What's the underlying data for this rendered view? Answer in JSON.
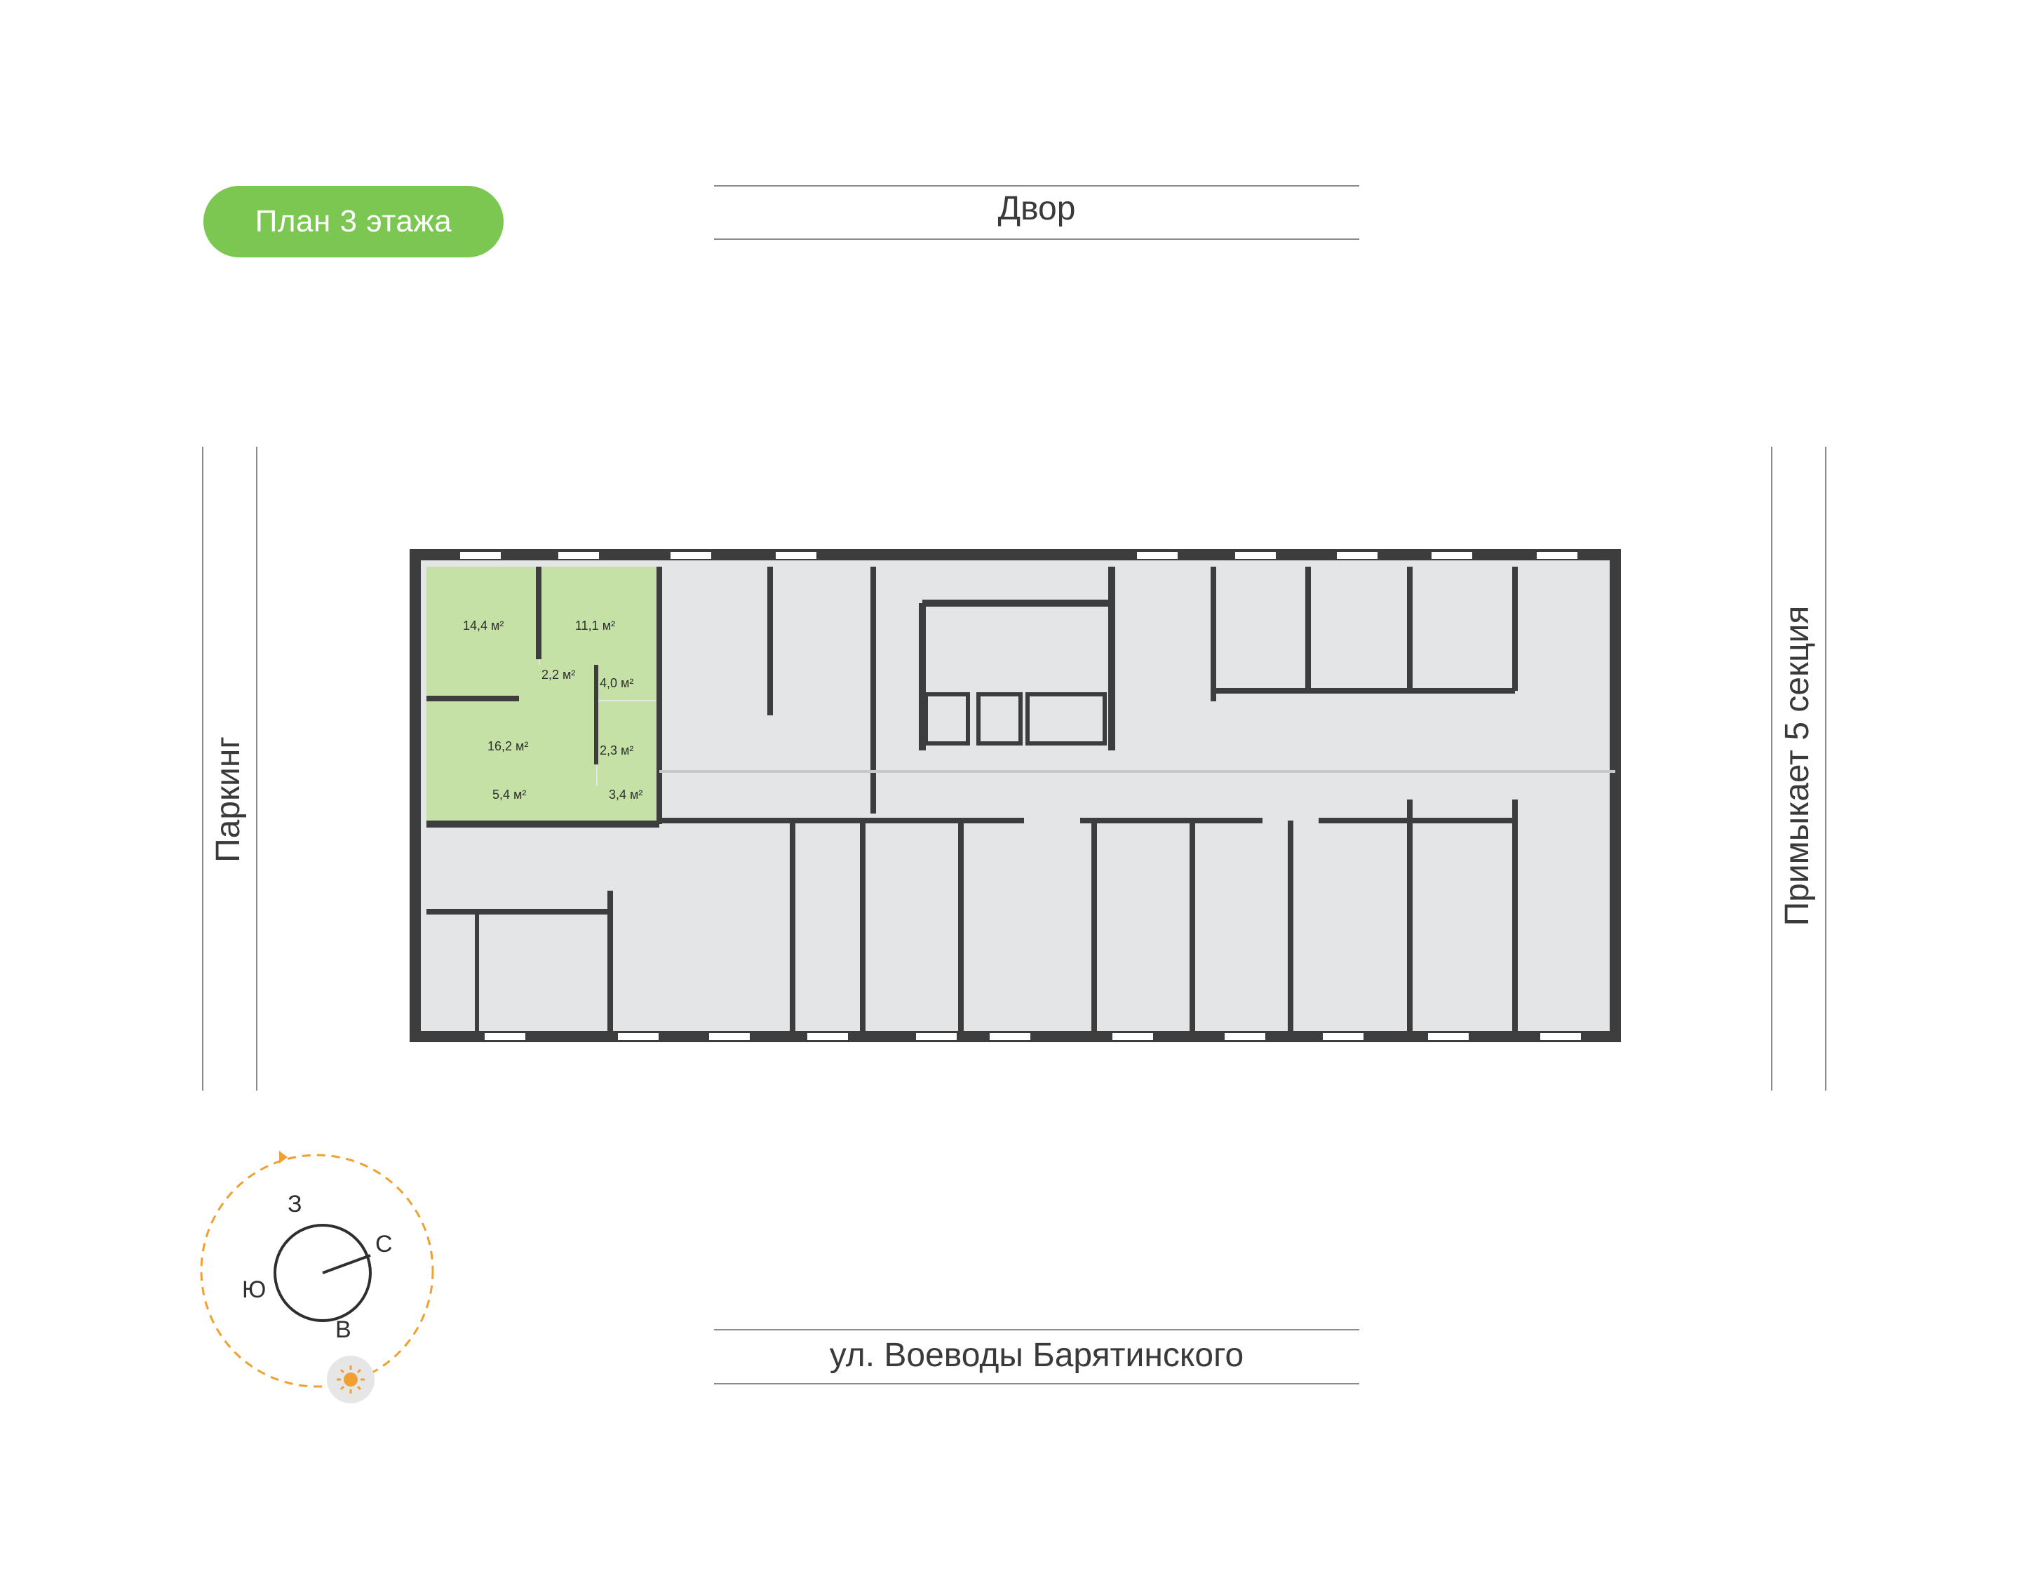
{
  "badge": {
    "label": "План 3 этажа"
  },
  "streets": {
    "top": "Двор",
    "bottom": "ул. Воеводы Барятинского",
    "left": "Паркинг",
    "right": "Примыкает 5 секция"
  },
  "apartment": {
    "highlight_color": "#c5e1a5",
    "rooms": [
      {
        "id": "room-1",
        "area": "14,4 м²"
      },
      {
        "id": "room-2",
        "area": "11,1 м²"
      },
      {
        "id": "hall",
        "area": "2,2 м²"
      },
      {
        "id": "bath-1",
        "area": "4,0 м²"
      },
      {
        "id": "kitchen-living",
        "area": "16,2 м²"
      },
      {
        "id": "bath-2",
        "area": "2,3 м²"
      },
      {
        "id": "kitchen-zone",
        "area": "5,4 м²"
      },
      {
        "id": "entry",
        "area": "3,4 м²"
      }
    ]
  },
  "compass": {
    "north": "С",
    "south": "Ю",
    "west": "З",
    "east": "В",
    "sun_icon": "sun-icon",
    "path_color": "#f0a030"
  },
  "colors": {
    "accent": "#7cc652",
    "wall": "#3d3d3d",
    "floor": "#e4e5e6"
  }
}
